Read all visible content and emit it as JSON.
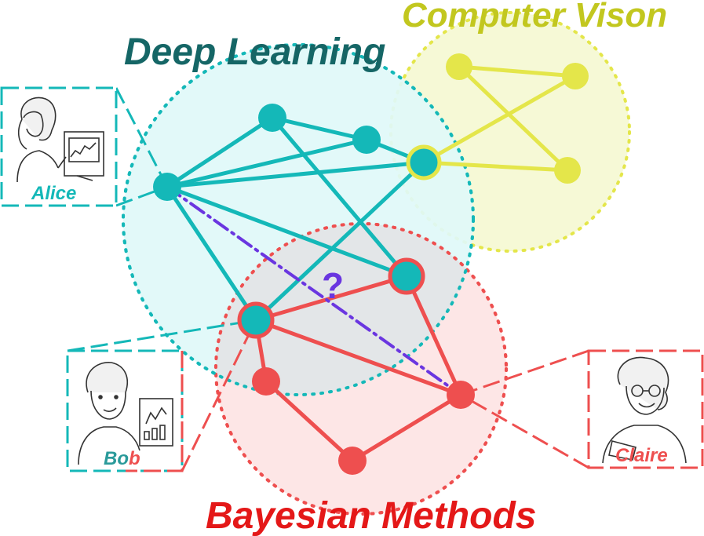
{
  "groups": {
    "deep_learning": {
      "label": "Deep Learning",
      "color": "#14b8b8",
      "label_color": "#156666",
      "fill": "#dff9f9"
    },
    "computer_vision": {
      "label": "Computer Vison",
      "color": "#e4e64a",
      "label_color": "#c2c71f",
      "fill": "#f6f9d6"
    },
    "bayesian_methods": {
      "label": "Bayesian Methods",
      "color": "#ee4f4f",
      "label_color": "#e41818",
      "fill": "#fde4e4"
    }
  },
  "overlap_fill": "#e3e6e8",
  "people": {
    "alice": {
      "name": "Alice",
      "name_color": "#14b8b8"
    },
    "bob": {
      "name": "Bob",
      "name_color": "#2a9a9a",
      "name_color_2": "#ee4f4f"
    },
    "claire": {
      "name": "Claire",
      "name_color": "#ee4f4f"
    }
  },
  "question": {
    "text": "?",
    "color": "#6a36e0"
  }
}
